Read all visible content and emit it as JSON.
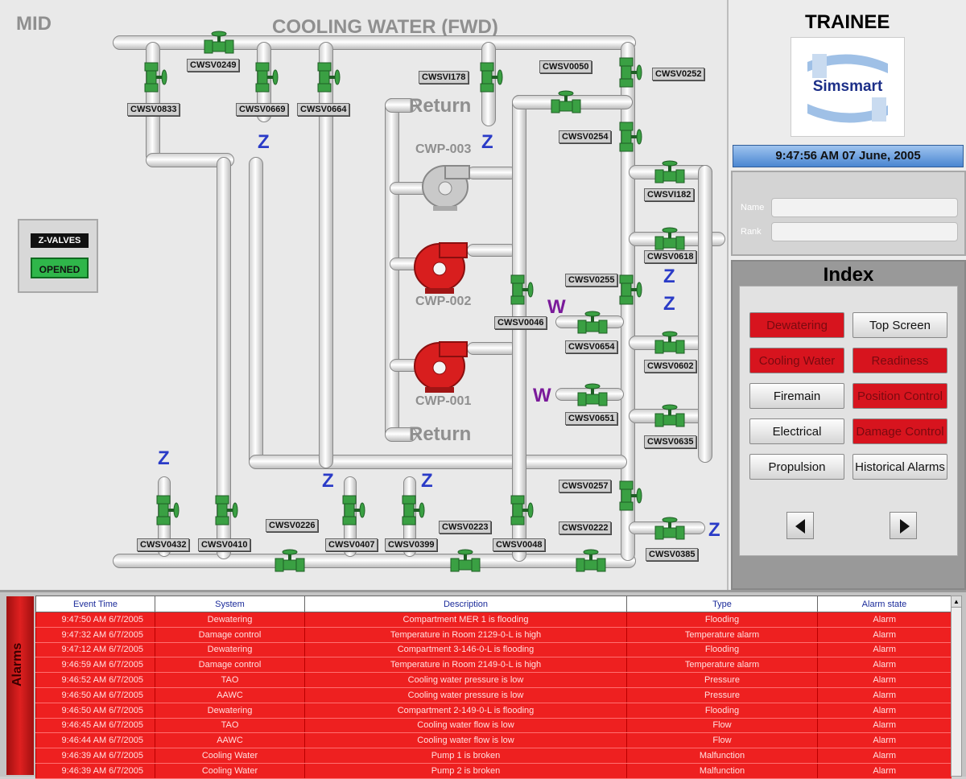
{
  "mimic": {
    "deck": "MID",
    "title": "COOLING WATER (FWD)",
    "pumps": [
      {
        "label": "CWP-003",
        "state": "stopped",
        "color": "#c9c9c9"
      },
      {
        "label": "CWP-002",
        "state": "running",
        "color": "#d81e1e"
      },
      {
        "label": "CWP-001",
        "state": "running",
        "color": "#d81e1e"
      }
    ],
    "return_label": "Return",
    "valve_tags": {
      "v0249": "CWSV0249",
      "v0833": "CWSV0833",
      "v0669": "CWSV0669",
      "v0664": "CWSV0664",
      "v1178": "CWSVI178",
      "v0050": "CWSV0050",
      "v0252": "CWSV0252",
      "v0254": "CWSV0254",
      "v1182": "CWSVI182",
      "v0618": "CWSV0618",
      "v0255": "CWSV0255",
      "v0046": "CWSV0046",
      "v0654": "CWSV0654",
      "v0602": "CWSV0602",
      "v0651": "CWSV0651",
      "v0635": "CWSV0635",
      "v0257": "CWSV0257",
      "v0222": "CWSV0222",
      "v0385": "CWSV0385",
      "v0432": "CWSV0432",
      "v0410": "CWSV0410",
      "v0226": "CWSV0226",
      "v0407": "CWSV0407",
      "v0399": "CWSV0399",
      "v0223": "CWSV0223",
      "v0048": "CWSV0048"
    },
    "z_mark": "Z",
    "w_mark": "W",
    "valve_color": "#3aa043",
    "z_valves_label": "Z-VALVES",
    "z_valves_state": "OPENED"
  },
  "header": {
    "mode": "TRAINEE",
    "logo_text": "Simsmart",
    "datetime": "9:47:56 AM 07 June, 2005"
  },
  "user": {
    "name_label": "Name",
    "rank_label": "Rank",
    "name_value": "",
    "rank_value": ""
  },
  "index": {
    "title": "Index",
    "buttons": [
      {
        "label": "Dewatering",
        "state": "alarm"
      },
      {
        "label": "Top Screen",
        "state": "normal"
      },
      {
        "label": "Cooling Water",
        "state": "alarm"
      },
      {
        "label": "Readiness",
        "state": "alarm"
      },
      {
        "label": "Firemain",
        "state": "normal"
      },
      {
        "label": "Position Control",
        "state": "alarm"
      },
      {
        "label": "Electrical",
        "state": "normal"
      },
      {
        "label": "Damage Control",
        "state": "alarm"
      },
      {
        "label": "Propulsion",
        "state": "normal"
      },
      {
        "label": "Historical Alarms",
        "state": "normal"
      }
    ],
    "prev_icon": "left-arrow-icon",
    "next_icon": "right-arrow-icon"
  },
  "alarms": {
    "side_label": "Alarms",
    "columns": [
      "Event Time",
      "System",
      "Description",
      "Type",
      "Alarm state"
    ],
    "rows": [
      [
        "9:47:50 AM  6/7/2005",
        "Dewatering",
        "Compartment MER 1 is flooding",
        "Flooding",
        "Alarm"
      ],
      [
        "9:47:32 AM  6/7/2005",
        "Damage control",
        "Temperature in Room 2129-0-L is high",
        "Temperature alarm",
        "Alarm"
      ],
      [
        "9:47:12 AM  6/7/2005",
        "Dewatering",
        "Compartment 3-146-0-L is flooding",
        "Flooding",
        "Alarm"
      ],
      [
        "9:46:59 AM  6/7/2005",
        "Damage control",
        "Temperature in Room 2149-0-L is high",
        "Temperature alarm",
        "Alarm"
      ],
      [
        "9:46:52 AM  6/7/2005",
        "TAO",
        "Cooling water pressure is low",
        "Pressure",
        "Alarm"
      ],
      [
        "9:46:50 AM  6/7/2005",
        "AAWC",
        "Cooling water pressure is low",
        "Pressure",
        "Alarm"
      ],
      [
        "9:46:50 AM  6/7/2005",
        "Dewatering",
        "Compartment 2-149-0-L is flooding",
        "Flooding",
        "Alarm"
      ],
      [
        "9:46:45 AM  6/7/2005",
        "TAO",
        "Cooling water flow is low",
        "Flow",
        "Alarm"
      ],
      [
        "9:46:44 AM  6/7/2005",
        "AAWC",
        "Cooling water flow is low",
        "Flow",
        "Alarm"
      ],
      [
        "9:46:39 AM  6/7/2005",
        "Cooling Water",
        "Pump 1 is broken",
        "Malfunction",
        "Alarm"
      ],
      [
        "9:46:39 AM  6/7/2005",
        "Cooling Water",
        "Pump 2 is broken",
        "Malfunction",
        "Alarm"
      ]
    ]
  }
}
